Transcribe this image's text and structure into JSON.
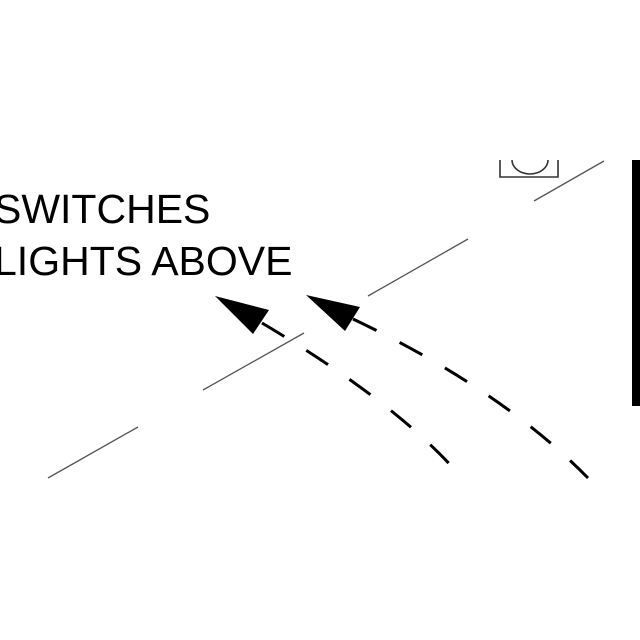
{
  "note": {
    "line1": "SWITCHES",
    "line2": "LIGHTS ABOVE"
  },
  "colors": {
    "background": "#ffffff",
    "ink": "#000000",
    "fine_line": "#555555"
  },
  "symbols": [
    "switch-leg-arrow",
    "switch-leg-arrow",
    "dashed-switch-leg",
    "dashed-switch-leg",
    "wall-line",
    "fixture-symbol",
    "diagonal-line"
  ]
}
